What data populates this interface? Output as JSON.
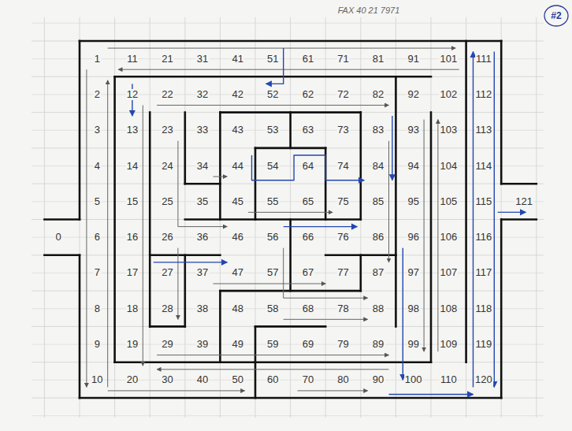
{
  "diagram": {
    "labels": [
      "FAX 40 21 7971",
      "#2",
      "0",
      "1",
      "2",
      "3",
      "4",
      "5",
      "6",
      "7",
      "8",
      "9",
      "10",
      "11",
      "12",
      "13",
      "14",
      "15",
      "16",
      "17",
      "18",
      "19",
      "20",
      "21",
      "22",
      "23",
      "24",
      "25",
      "26",
      "27",
      "28",
      "29",
      "30",
      "31",
      "32",
      "33",
      "34",
      "35",
      "36",
      "37",
      "38",
      "39",
      "40",
      "41",
      "42",
      "43",
      "44",
      "45",
      "46",
      "47",
      "48",
      "49",
      "50",
      "51",
      "52",
      "53",
      "54",
      "55",
      "56",
      "57",
      "58",
      "59",
      "60",
      "61",
      "62",
      "63",
      "64",
      "65",
      "66",
      "67",
      "68",
      "69",
      "70",
      "71",
      "72",
      "73",
      "74",
      "75",
      "76",
      "77",
      "78",
      "79",
      "80",
      "81",
      "82",
      "83",
      "84",
      "85",
      "86",
      "87",
      "88",
      "89",
      "90",
      "91",
      "92",
      "93",
      "94",
      "95",
      "96",
      "97",
      "98",
      "99",
      "100",
      "101",
      "102",
      "103",
      "104",
      "105",
      "106",
      "107",
      "108",
      "109",
      "110",
      "111",
      "112",
      "113",
      "114",
      "115",
      "116",
      "117",
      "118",
      "119",
      "120",
      "121"
    ]
  }
}
